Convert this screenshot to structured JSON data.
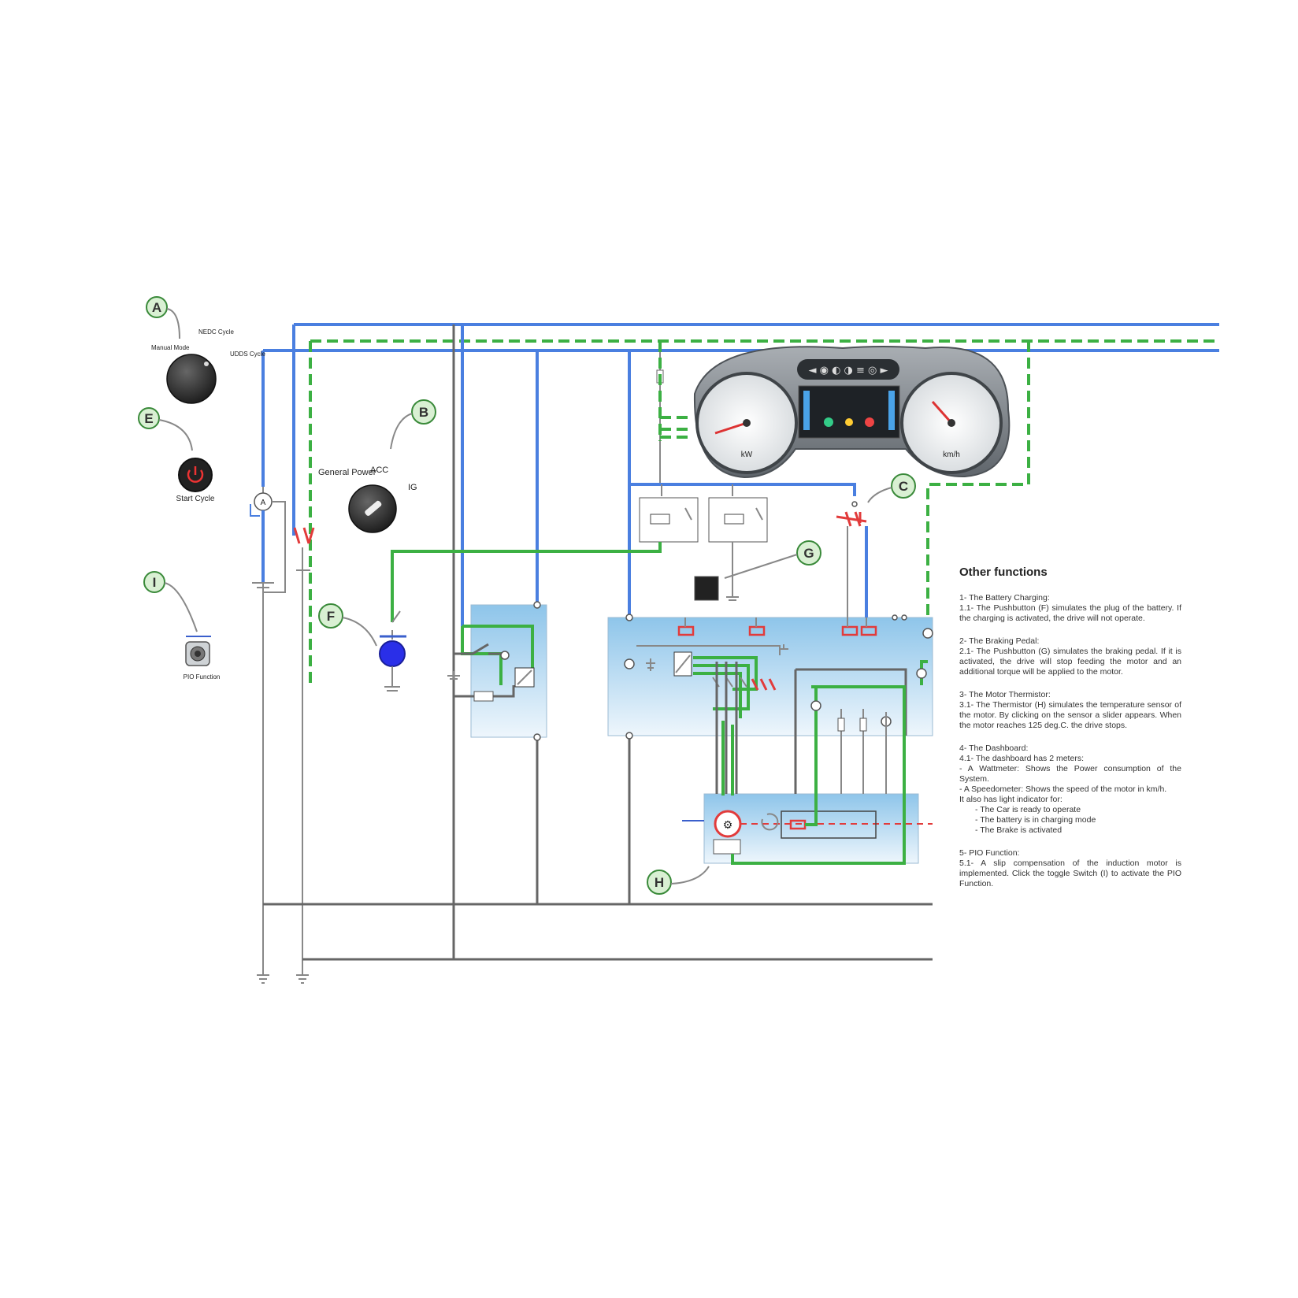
{
  "callouts": {
    "a": "A",
    "b": "B",
    "c": "C",
    "e": "E",
    "f": "F",
    "g": "G",
    "h": "H",
    "i": "I"
  },
  "mode_selector": {
    "manual": "Manual Mode",
    "nedc": "NEDC Cycle",
    "udds": "UDDS Cycle"
  },
  "start_cycle_label": "Start Cycle",
  "ignition": {
    "general_power": "General Power",
    "acc": "ACC",
    "ig": "IG"
  },
  "pio_toggle_label": "PIO Function",
  "dashboard": {
    "left_gauge_unit": "kW",
    "right_gauge_unit": "km/h"
  },
  "colors": {
    "blue_wire": "#4a7fe0",
    "green_wire": "#3cb043",
    "red_component": "#e23b3b",
    "callout_fill": "#d9f0d3",
    "block_gradient_top": "#8ec5ea"
  },
  "notes": {
    "title": "Other functions",
    "sections": [
      {
        "heading": "1- The Battery Charging:",
        "lines": [
          "1.1- The Pushbutton (F) simulates the plug of the battery. If the charging is activated, the drive will not operate."
        ]
      },
      {
        "heading": "2- The Braking Pedal:",
        "lines": [
          "2.1- The Pushbutton (G) simulates the braking pedal. If it is activated, the drive will stop feeding the motor and an additional torque will be applied to the motor."
        ]
      },
      {
        "heading": "3- The Motor Thermistor:",
        "lines": [
          "3.1- The Thermistor (H) simulates the temperature sensor of the motor. By clicking on the sensor a slider appears. When the motor reaches 125 deg.C. the drive stops."
        ]
      },
      {
        "heading": "4- The Dashboard:",
        "lines": [
          " 4.1- The dashboard has 2 meters:",
          "- A Wattmeter: Shows the Power consumption of the System.",
          "- A Speedometer: Shows the speed of the motor in km/h.",
          "It also has light indicator for:",
          "- The Car is ready to operate",
          "- The battery is in charging mode",
          "- The Brake is activated"
        ]
      },
      {
        "heading": "5- PIO Function:",
        "lines": [
          "5.1- A slip compensation of the induction motor is implemented. Click the toggle Switch (I) to activate the PIO Function."
        ]
      }
    ]
  }
}
